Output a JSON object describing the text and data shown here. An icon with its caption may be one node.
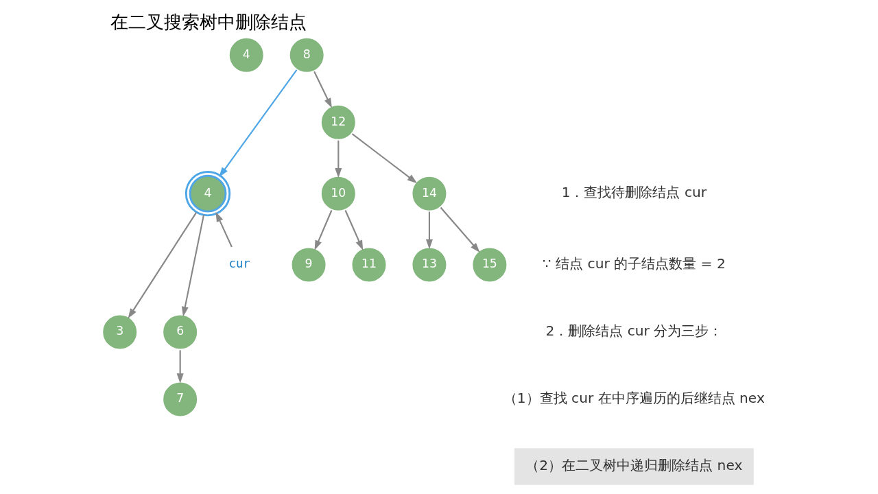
{
  "diagram": {
    "title": "在二叉搜索树中删除结点",
    "nodes": [
      {
        "text": [
          "4"
        ]
      },
      {
        "text": [
          "8"
        ]
      },
      {
        "text": [
          "4"
        ]
      },
      {
        "text": [
          "12"
        ]
      },
      {
        "text": [
          "cur"
        ]
      },
      {
        "text": [
          "3"
        ]
      },
      {
        "text": [
          "6"
        ]
      },
      {
        "text": [
          "10"
        ]
      },
      {
        "text": [
          "14"
        ]
      },
      {
        "text": [
          "7"
        ]
      },
      {
        "text": [
          "9"
        ]
      },
      {
        "text": [
          "11"
        ]
      },
      {
        "text": [
          "13"
        ]
      },
      {
        "text": [
          "15"
        ]
      }
    ],
    "edges": [
      {
        "from": 1,
        "to": 2,
        "arrow": "to",
        "color": "#4ea6e6"
      },
      {
        "from": 1,
        "to": 3,
        "arrow": "to"
      },
      {
        "from": 4,
        "to": 2,
        "arrow": "to"
      },
      {
        "from": 2,
        "to": 5,
        "arrow": "to"
      },
      {
        "from": 2,
        "to": 6,
        "arrow": "to"
      },
      {
        "from": 3,
        "to": 7,
        "arrow": "to"
      },
      {
        "from": 3,
        "to": 8,
        "arrow": "to"
      },
      {
        "from": 6,
        "to": 9,
        "arrow": "to"
      },
      {
        "from": 7,
        "to": 10,
        "arrow": "to"
      },
      {
        "from": 7,
        "to": 11,
        "arrow": "to"
      },
      {
        "from": 8,
        "to": 12,
        "arrow": "to"
      },
      {
        "from": 8,
        "to": 13,
        "arrow": "to"
      }
    ],
    "labels": [
      "1．查找待删除结点 cur",
      "∵ 结点 cur 的子结点数量 = 2",
      "2．删除结点 cur 分为三步：",
      "（1）查找 cur 在中序遍历的后继结点 nex",
      "（2）在二叉树中递归删除结点 nex"
    ]
  }
}
